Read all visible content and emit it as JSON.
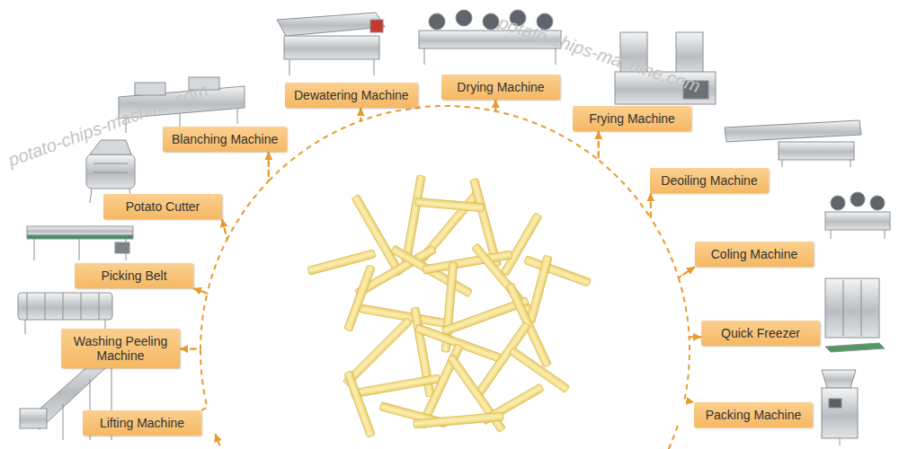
{
  "diagram": {
    "nodes": [
      {
        "text": [
          "Lifting Machine"
        ]
      },
      {
        "text": [
          "Washing Peeling Machine"
        ]
      },
      {
        "text": [
          "Picking Belt"
        ]
      },
      {
        "text": [
          "Potato Cutter"
        ]
      },
      {
        "text": [
          "Blanching Machine"
        ]
      },
      {
        "text": [
          "Dewatering Machine"
        ]
      },
      {
        "text": [
          "Drying Machine"
        ]
      },
      {
        "text": [
          "Frying Machine"
        ]
      },
      {
        "text": [
          "Deoiling Machine"
        ]
      },
      {
        "text": [
          "Coling Machine"
        ]
      },
      {
        "text": [
          "Quick Freezer"
        ]
      },
      {
        "text": [
          "Packing Machine"
        ]
      }
    ],
    "edges": [
      {
        "from": 0,
        "to": 1,
        "arrow": "to"
      },
      {
        "from": 1,
        "to": 2,
        "arrow": "to"
      },
      {
        "from": 2,
        "to": 3,
        "arrow": "to"
      },
      {
        "from": 3,
        "to": 4,
        "arrow": "to"
      },
      {
        "from": 4,
        "to": 5,
        "arrow": "to"
      },
      {
        "from": 5,
        "to": 6,
        "arrow": "to"
      },
      {
        "from": 6,
        "to": 7,
        "arrow": "to"
      },
      {
        "from": 7,
        "to": 8,
        "arrow": "to"
      },
      {
        "from": 8,
        "to": 9,
        "arrow": "to"
      },
      {
        "from": 9,
        "to": 10,
        "arrow": "to"
      },
      {
        "from": 10,
        "to": 11,
        "arrow": "to"
      }
    ],
    "labels": [
      "potato-chips-machine.com",
      "potato-chips-machine.com"
    ]
  }
}
